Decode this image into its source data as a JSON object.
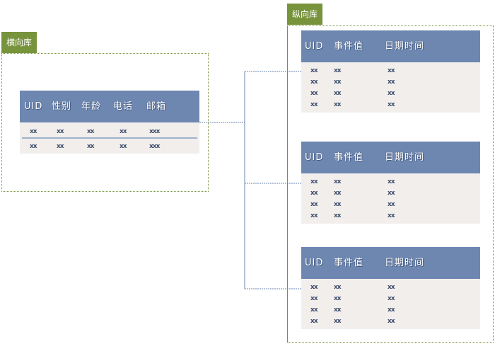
{
  "horizontal": {
    "label": "横向库",
    "headers": [
      "UID",
      "性别",
      "年龄",
      "电话",
      "邮箱"
    ],
    "rows": [
      [
        "xx",
        "xx",
        "xx",
        "xx",
        "xxx"
      ],
      [
        "xx",
        "xx",
        "xx",
        "xx",
        "xxx"
      ]
    ]
  },
  "vertical": {
    "label": "纵向库",
    "headers": [
      "UID",
      "事件值",
      "日期时间"
    ],
    "tables": [
      {
        "rows": [
          [
            "xx",
            "xx",
            "xx"
          ],
          [
            "xx",
            "xx",
            "xx"
          ],
          [
            "xx",
            "xx",
            "xx"
          ],
          [
            "xx",
            "xx",
            "xx"
          ]
        ]
      },
      {
        "rows": [
          [
            "xx",
            "xx",
            "xx"
          ],
          [
            "xx",
            "xx",
            "xx"
          ],
          [
            "xx",
            "xx",
            "xx"
          ],
          [
            "xx",
            "xx",
            "xx"
          ]
        ]
      },
      {
        "rows": [
          [
            "xx",
            "xx",
            "xx"
          ],
          [
            "xx",
            "xx",
            "xx"
          ],
          [
            "xx",
            "xx",
            "xx"
          ],
          [
            "xx",
            "xx",
            "xx"
          ]
        ]
      }
    ]
  }
}
